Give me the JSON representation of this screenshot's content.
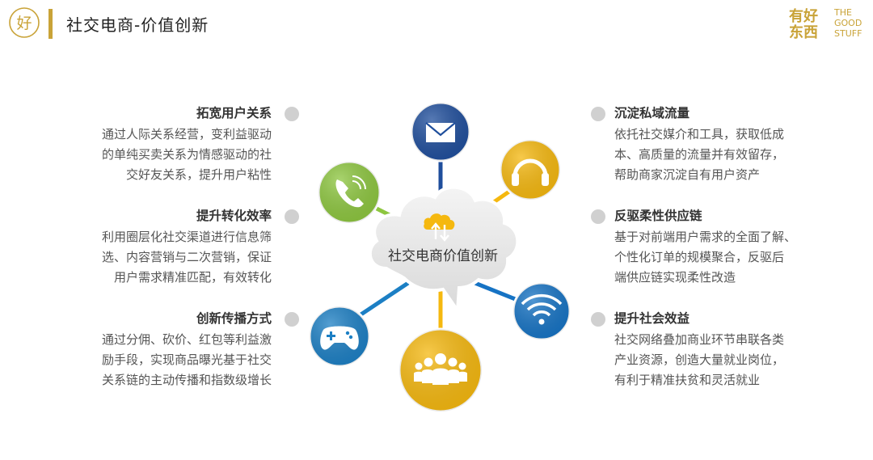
{
  "header": {
    "title": "社交电商-价值创新",
    "logo_left_text": "好",
    "brand_cn": [
      "有好",
      "东西"
    ],
    "brand_en": [
      "THE",
      "GOOD",
      "STUFF"
    ]
  },
  "center": {
    "label": "社交电商价值创新"
  },
  "icons": [
    {
      "name": "mail-icon",
      "color": "#1f4e9c"
    },
    {
      "name": "headphones-icon",
      "color": "#f5b80f"
    },
    {
      "name": "phone-icon",
      "color": "#8dc63f"
    },
    {
      "name": "wifi-icon",
      "color": "#1673c4"
    },
    {
      "name": "gamepad-icon",
      "color": "#1c7fc4"
    },
    {
      "name": "people-icon",
      "color": "#f5b80f"
    }
  ],
  "left_items": [
    {
      "title": "拓宽用户关系",
      "lines": [
        "通过人际关系经营，变利益驱动",
        "的单纯买卖关系为情感驱动的社",
        "交好友关系，提升用户粘性"
      ]
    },
    {
      "title": "提升转化效率",
      "lines": [
        "利用圈层化社交渠道进行信息筛",
        "选、内容营销与二次营销，保证",
        "用户需求精准匹配，有效转化"
      ]
    },
    {
      "title": "创新传播方式",
      "lines": [
        "通过分佣、砍价、红包等利益激",
        "励手段，实现商品曝光基于社交",
        "关系链的主动传播和指数级增长"
      ]
    }
  ],
  "right_items": [
    {
      "title": "沉淀私域流量",
      "lines": [
        "依托社交媒介和工具，获取低成",
        "本、高质量的流量并有效留存，",
        "帮助商家沉淀自有用户资产"
      ]
    },
    {
      "title": "反驱柔性供应链",
      "lines": [
        "基于对前端用户需求的全面了解、",
        "个性化订单的规模聚合，反驱后",
        "端供应链实现柔性改造"
      ]
    },
    {
      "title": "提升社会效益",
      "lines": [
        "社交网络叠加商业环节串联各类",
        "产业资源，创造大量就业岗位，",
        "有利于精准扶贫和灵活就业"
      ]
    }
  ]
}
